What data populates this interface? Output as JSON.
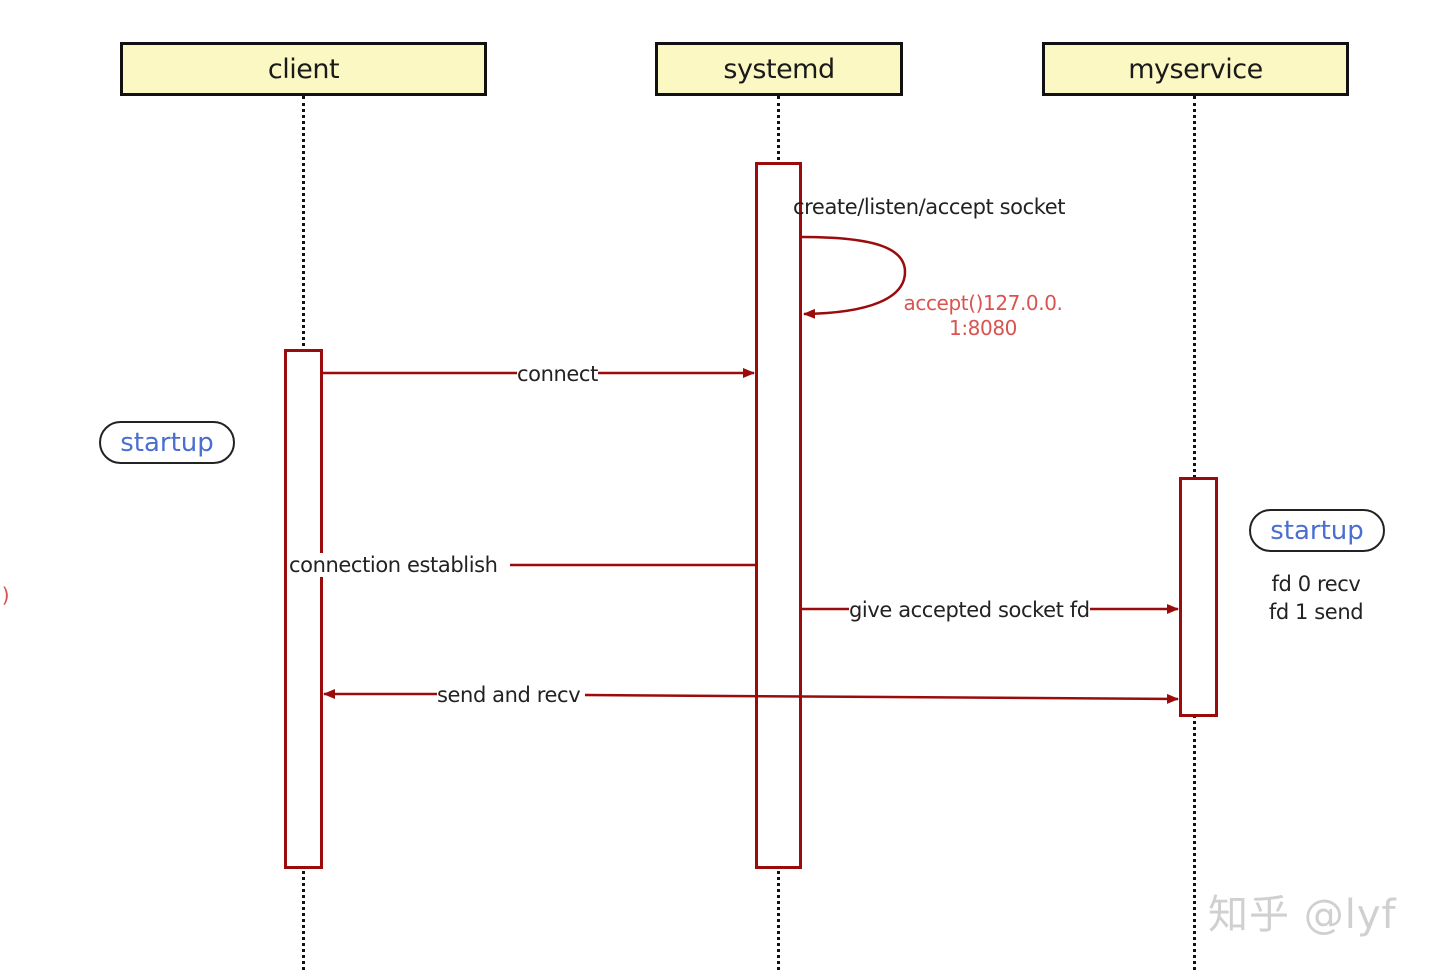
{
  "participants": {
    "client": "client",
    "systemd": "systemd",
    "myservice": "myservice"
  },
  "messages": {
    "self_call": "create/listen/accept socket",
    "self_note_line1": "accept()127.0.0.",
    "self_note_line2": "1:8080",
    "connect": "connect",
    "connection_establish": "connection establish",
    "give_fd": "give accepted socket fd",
    "send_recv": "send and recv"
  },
  "notes": {
    "client_startup": "startup",
    "service_startup": "startup",
    "fd_line1": "fd 0 recv",
    "fd_line2": "fd 1 send",
    "left_edge": "()"
  },
  "watermark": "知乎 @lyf",
  "colors": {
    "head_fill": "#fbf8c3",
    "activation_stroke": "#9b0b0b",
    "arrow": "#9b0b0b",
    "note_red": "#d9534f",
    "startup_blue": "#4a6fd0"
  }
}
